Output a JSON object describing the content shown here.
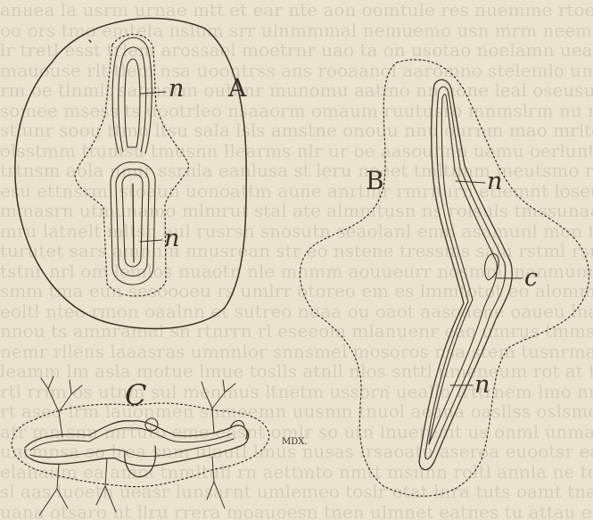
{
  "figures": {
    "A": {
      "letter": "A",
      "labels": [
        "n",
        "n"
      ]
    },
    "B": {
      "letter": "B",
      "labels": [
        "n",
        "c",
        "n"
      ]
    },
    "C": {
      "letter": "C"
    }
  },
  "signature": "MDX.",
  "colors": {
    "paper": "#ebe3cf",
    "ink": "#3a3128",
    "show_through": "#6d6456"
  }
}
